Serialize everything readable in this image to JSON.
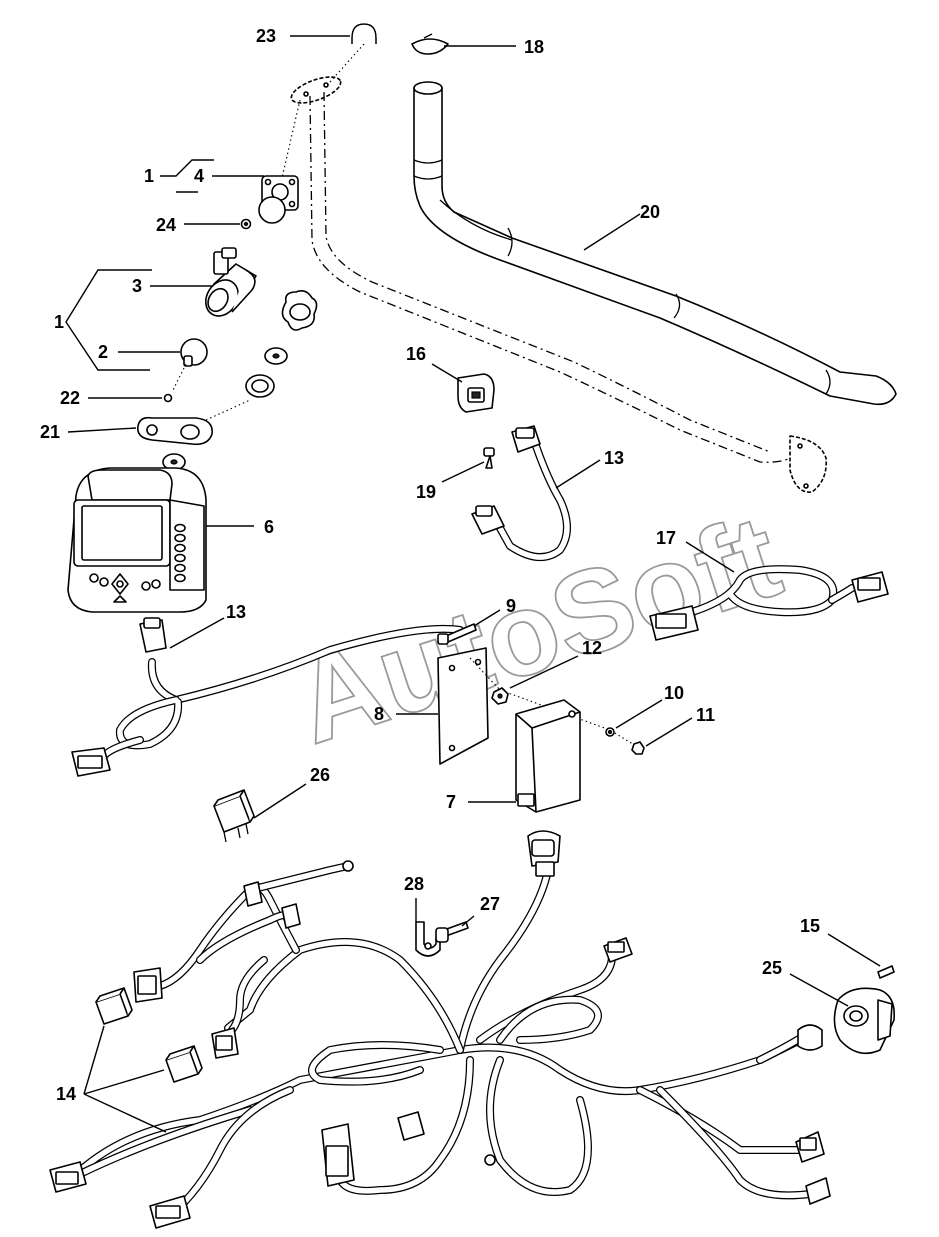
{
  "watermark": "AutoSoft",
  "callouts": [
    {
      "id": "c23",
      "text": "23"
    },
    {
      "id": "c18",
      "text": "18"
    },
    {
      "id": "c1a",
      "text": "1"
    },
    {
      "id": "c4",
      "text": "4"
    },
    {
      "id": "c24",
      "text": "24"
    },
    {
      "id": "c20",
      "text": "20"
    },
    {
      "id": "c3",
      "text": "3"
    },
    {
      "id": "c1b",
      "text": "1"
    },
    {
      "id": "c2",
      "text": "2"
    },
    {
      "id": "c22",
      "text": "22"
    },
    {
      "id": "c16",
      "text": "16"
    },
    {
      "id": "c21",
      "text": "21"
    },
    {
      "id": "c13a",
      "text": "13"
    },
    {
      "id": "c19",
      "text": "19"
    },
    {
      "id": "c6",
      "text": "6"
    },
    {
      "id": "c17",
      "text": "17"
    },
    {
      "id": "c9",
      "text": "9"
    },
    {
      "id": "c13b",
      "text": "13"
    },
    {
      "id": "c12",
      "text": "12"
    },
    {
      "id": "c10",
      "text": "10"
    },
    {
      "id": "c11",
      "text": "11"
    },
    {
      "id": "c8",
      "text": "8"
    },
    {
      "id": "c7",
      "text": "7"
    },
    {
      "id": "c26",
      "text": "26"
    },
    {
      "id": "c28",
      "text": "28"
    },
    {
      "id": "c27",
      "text": "27"
    },
    {
      "id": "c15",
      "text": "15"
    },
    {
      "id": "c25",
      "text": "25"
    },
    {
      "id": "c14",
      "text": "14"
    }
  ]
}
